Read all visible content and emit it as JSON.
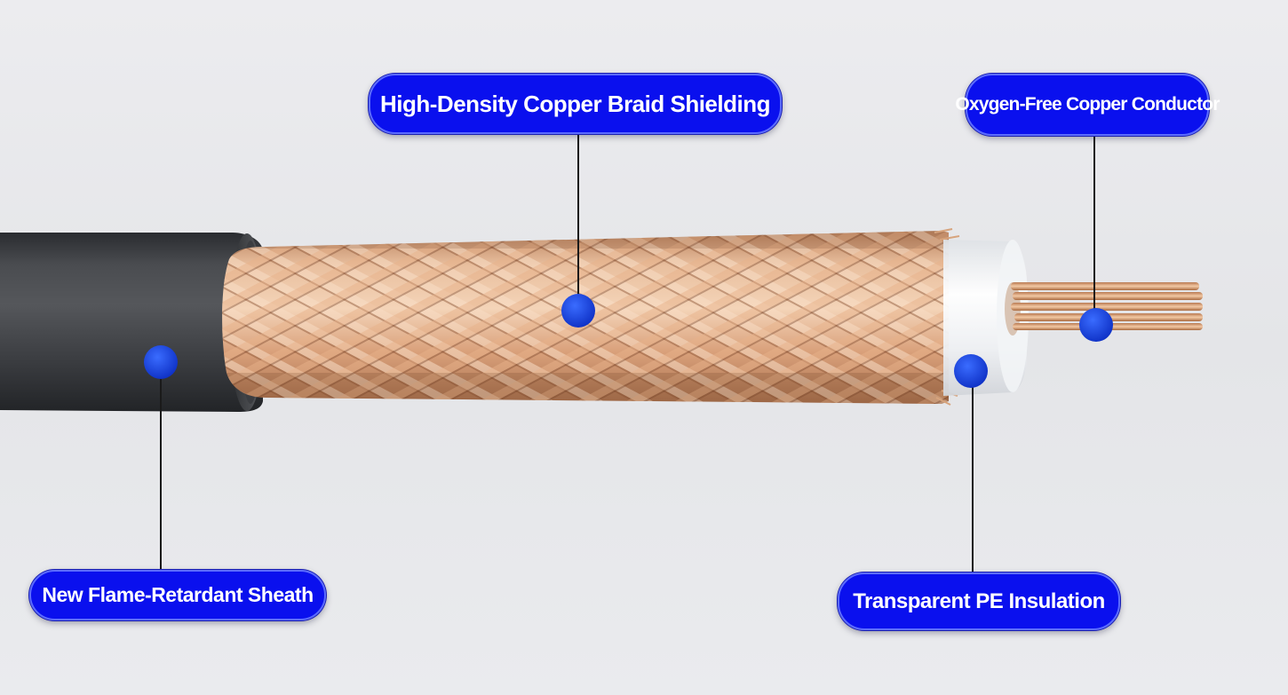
{
  "labels": {
    "braid": "High-Density Copper Braid Shielding",
    "conductor": "Oxygen-Free Copper Conductor",
    "sheath": "New Flame-Retardant Sheath",
    "insulation": "Transparent PE Insulation"
  },
  "colors": {
    "callout_fill": "#0a10ee",
    "marker_dot": "#1240d8",
    "sheath": "#3a3c40",
    "copper": "#d8a27c",
    "insulation": "#eef0f2",
    "background": "#e8e9ec"
  }
}
